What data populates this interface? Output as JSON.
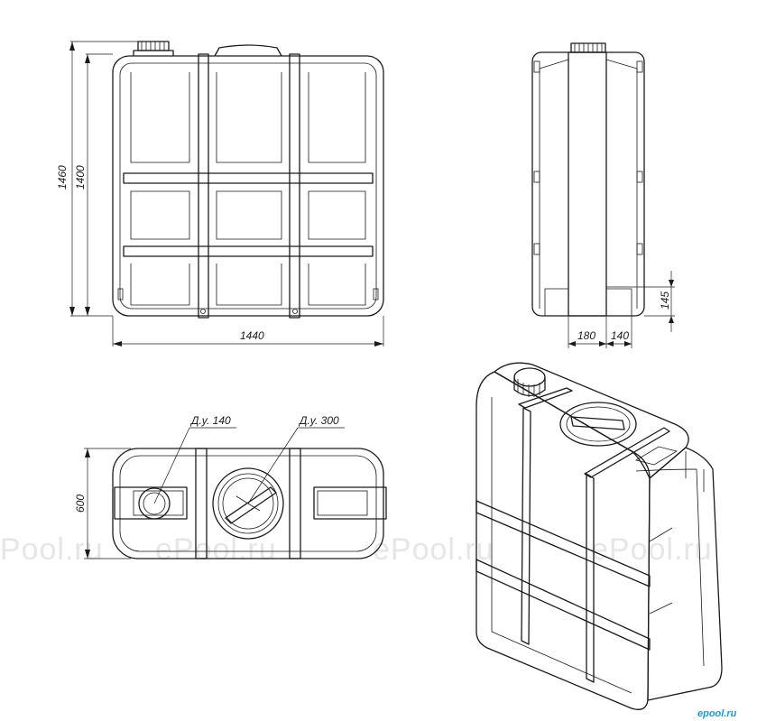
{
  "dimensions": {
    "height_total": "1460",
    "height_body": "1400",
    "width": "1440",
    "side_base": "145",
    "side_a": "180",
    "side_b": "140",
    "depth": "600"
  },
  "callouts": {
    "small_neck": "Д.у. 140",
    "large_neck": "Д.у. 300"
  },
  "watermark": {
    "text": "ePool.ru"
  },
  "logo": {
    "text": "epool.ru"
  },
  "colors": {
    "line": "#1a1a1a",
    "watermark": "#e6e6e6",
    "logo": "#1a9bd7"
  }
}
